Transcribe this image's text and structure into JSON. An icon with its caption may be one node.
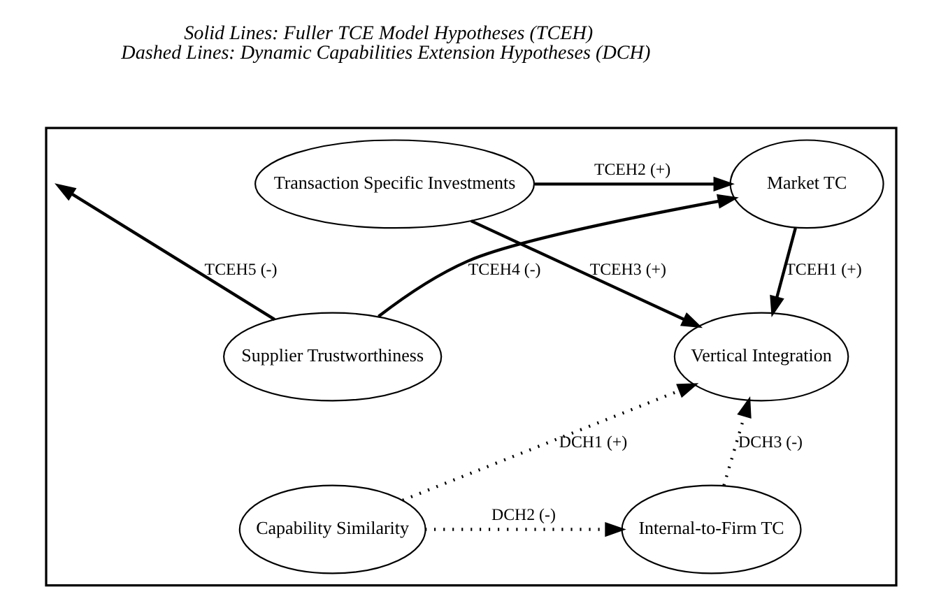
{
  "diagram": {
    "nodes": [
      {
        "text": [],
        "shape": "box"
      },
      {
        "text": [
          "Transaction Specific Investments"
        ],
        "in": 0
      },
      {
        "text": [
          "Market TC"
        ],
        "in": 0
      },
      {
        "text": [
          "Supplier Trustworthiness"
        ],
        "in": 0
      },
      {
        "text": [
          "Vertical Integration"
        ],
        "in": 0
      },
      {
        "text": [
          "Capability Similarity"
        ],
        "in": 0
      },
      {
        "text": [
          "Internal-to-Firm TC"
        ],
        "in": 0
      }
    ],
    "edges": [
      {
        "from": 1,
        "to": 2,
        "arrow": "to",
        "label": "TCEH2 (+)"
      },
      {
        "from": 3,
        "to": null,
        "arrow": "to",
        "label": "TCEH5 (-)"
      },
      {
        "from": 3,
        "to": 2,
        "arrow": "to",
        "label": "TCEH4 (-)"
      },
      {
        "from": 2,
        "to": 4,
        "arrow": "to",
        "label": "TCEH1 (+)"
      },
      {
        "from": 1,
        "to": 4,
        "arrow": "to",
        "label": "TCEH3 (+)"
      },
      {
        "from": 5,
        "to": 4,
        "arrow": "to",
        "label": "DCH1 (+)",
        "style": "dashed"
      },
      {
        "from": 5,
        "to": 6,
        "arrow": "to",
        "label": "DCH2 (-)",
        "style": "dashed"
      },
      {
        "from": 6,
        "to": 4,
        "arrow": "to",
        "label": "DCH3 (-)",
        "style": "dashed"
      }
    ],
    "labels": [
      "Solid Lines: Fuller TCE Model Hypotheses (TCEH)",
      "Dashed Lines: Dynamic Capabilities Extension Hypotheses (DCH)"
    ]
  }
}
